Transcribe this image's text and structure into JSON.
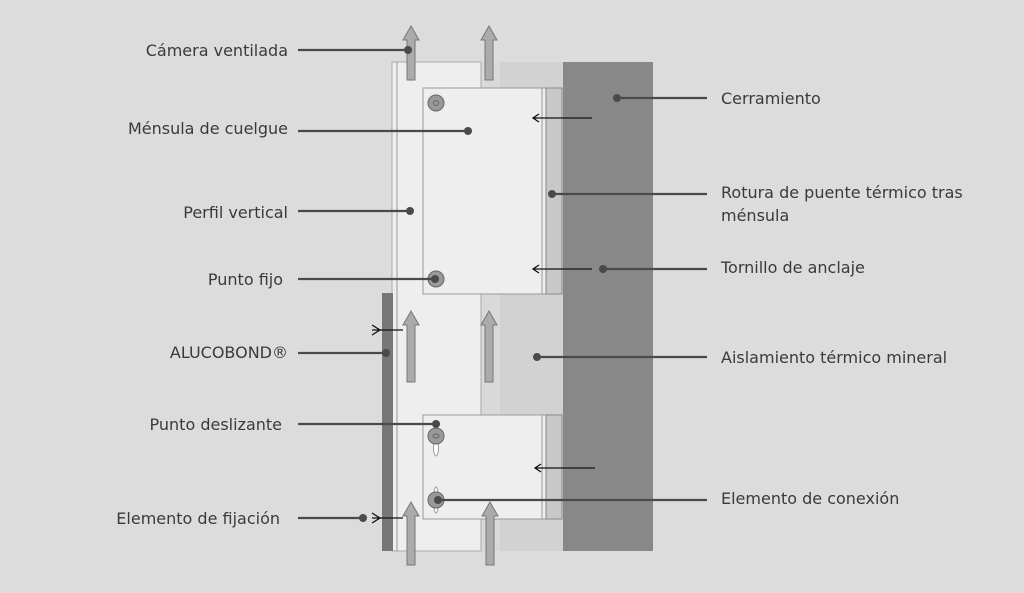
{
  "labels_left": {
    "camera": "Cámera ventilada",
    "mensula": "Ménsula de cuelgue",
    "perfil": "Perfil vertical",
    "punto_fijo": "Punto fijo",
    "alucobond": "ALUCOBOND®",
    "punto_deslizante": "Punto deslizante",
    "fijacion": "Elemento de fijación"
  },
  "labels_right": {
    "cerramiento": "Cerramiento",
    "rotura_1": "Rotura de puente térmico tras",
    "rotura_2": "ménsula",
    "tornillo": "Tornillo de anclaje",
    "aislamiento": "Aislamiento térmico mineral",
    "conexion": "Elemento de conexión"
  },
  "colors": {
    "background": "#dcdcdc",
    "wall": "#888888",
    "profile": "#eeeeee",
    "panel": "#777777"
  }
}
